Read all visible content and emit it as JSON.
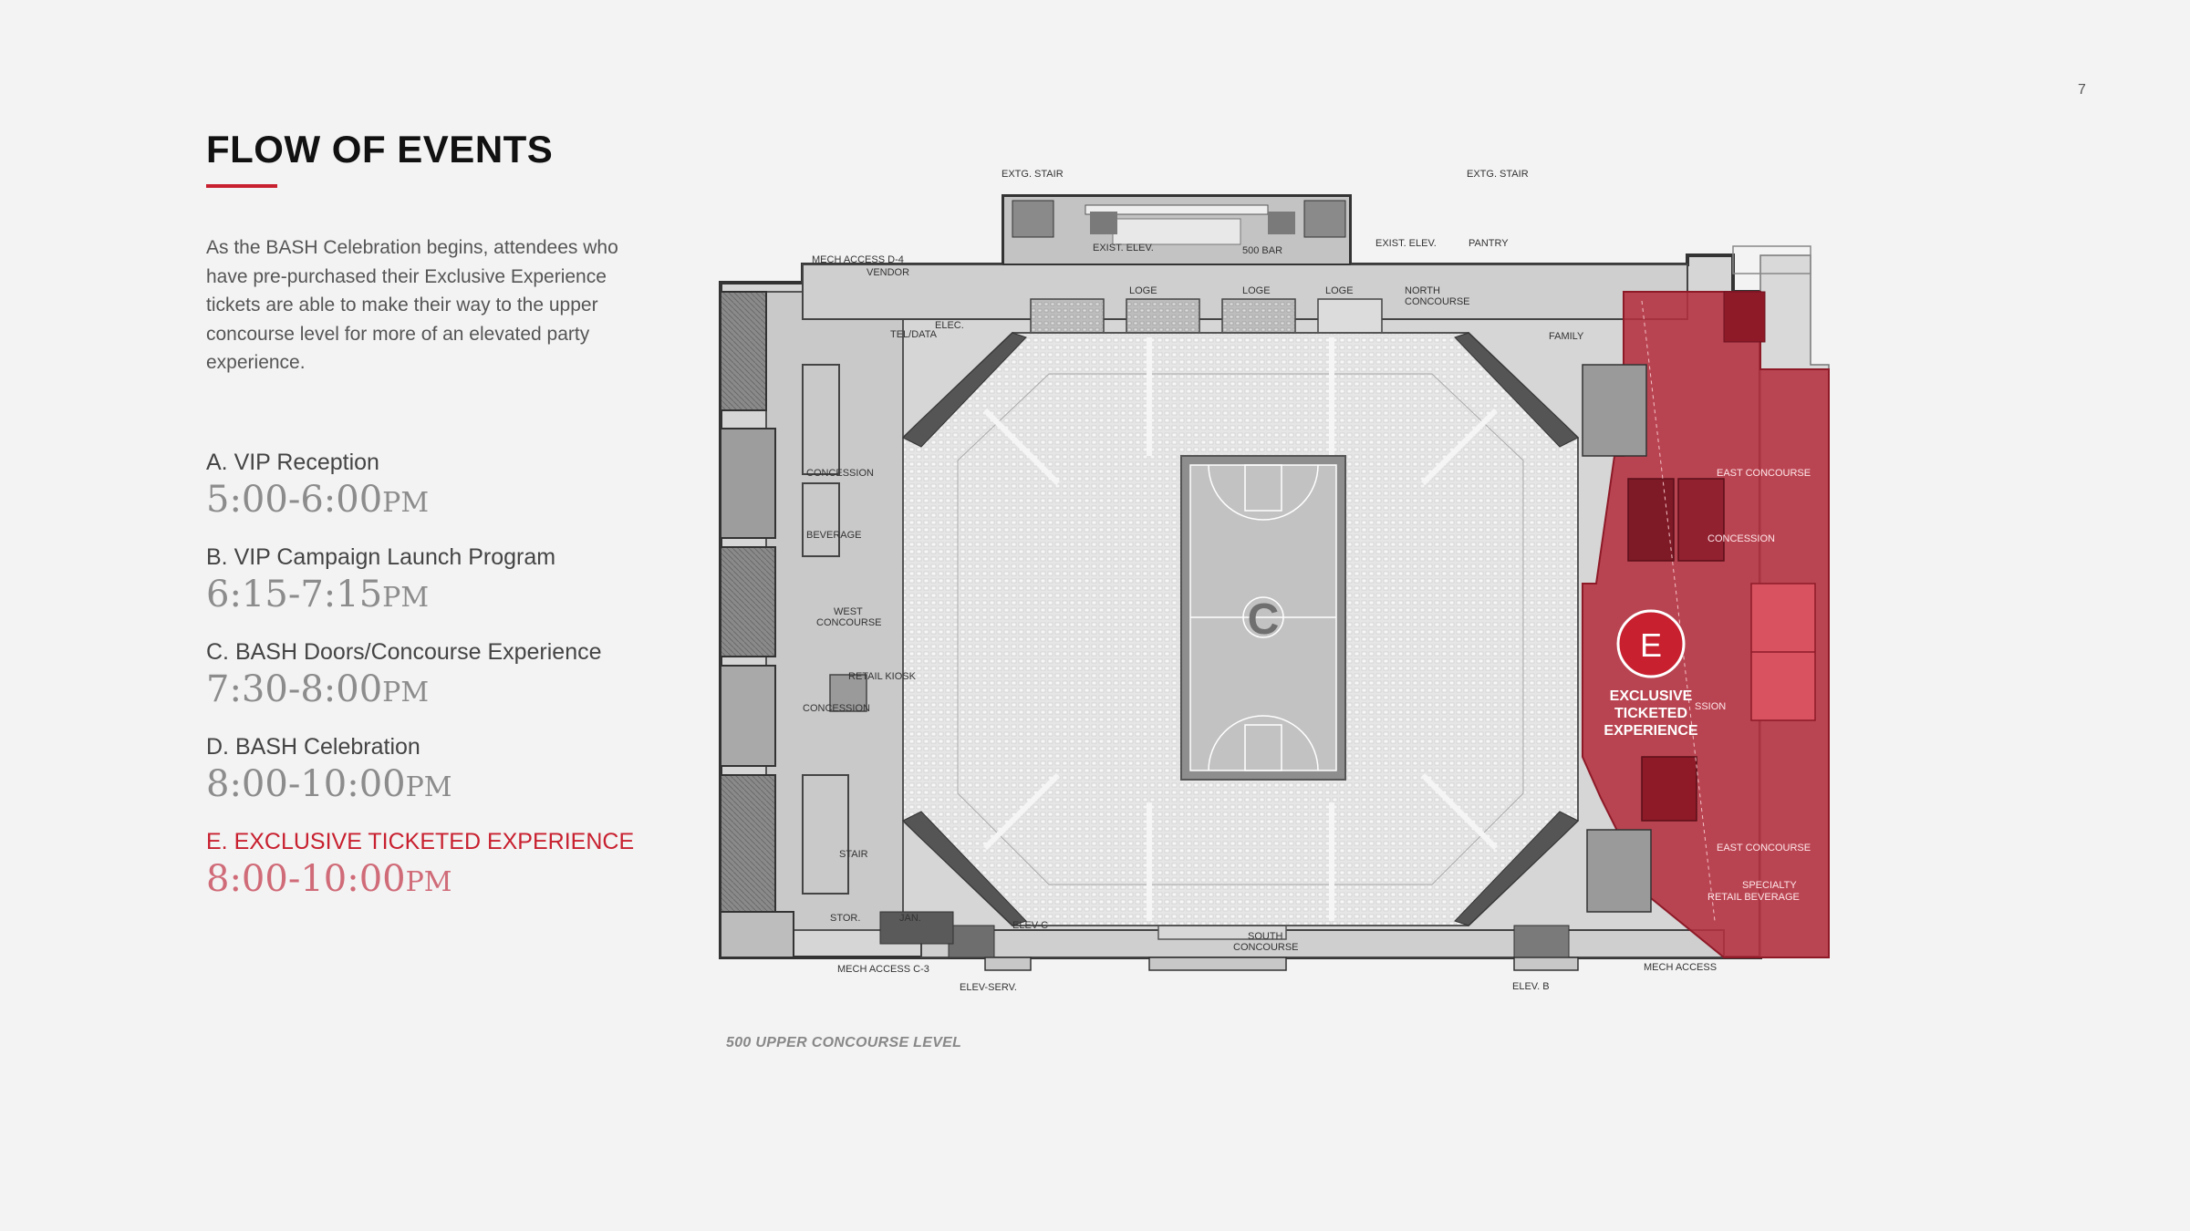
{
  "page": {
    "number": "7"
  },
  "header": {
    "title": "FLOW OF EVENTS"
  },
  "intro": "As the BASH Celebration begins, attendees who have pre-purchased their Exclusive Experience tickets are able to make their way to the upper concourse level for more of an elevated party experience.",
  "events": [
    {
      "label": "A. VIP Reception",
      "time": "5:00-6:00",
      "suffix": "PM"
    },
    {
      "label": "B. VIP Campaign Launch Program",
      "time": "6:15-7:15",
      "suffix": "PM"
    },
    {
      "label": "C. BASH Doors/Concourse Experience",
      "time": "7:30-8:00",
      "suffix": "PM"
    },
    {
      "label": "D. BASH Celebration",
      "time": "8:00-10:00",
      "suffix": "PM"
    },
    {
      "label": "E. EXCLUSIVE TICKETED EXPERIENCE",
      "time": "8:00-10:00",
      "suffix": "PM",
      "highlight": true
    }
  ],
  "map": {
    "caption": "500 UPPER CONCOURSE LEVEL",
    "marker": {
      "letter": "E",
      "label_line1": "EXCLUSIVE",
      "label_line2": "TICKETED",
      "label_line3": "EXPERIENCE"
    },
    "labels": {
      "extg_stair_left": "EXTG. STAIR",
      "extg_stair_right": "EXTG. STAIR",
      "exist_elev_left": "EXIST. ELEV.",
      "bar": "500 BAR",
      "exist_elev_right": "EXIST. ELEV.",
      "pantry": "PANTRY",
      "mech_access_d4": "MECH ACCESS D-4",
      "vendor": "VENDOR",
      "tel_data": "TEL/DATA",
      "elec": "ELEC.",
      "loge1": "LOGE",
      "loge2": "LOGE",
      "loge3": "LOGE",
      "north_concourse_1": "NORTH",
      "north_concourse_2": "CONCOURSE",
      "family": "FAMILY",
      "concession_w1": "CONCESSION",
      "beverage": "BEVERAGE",
      "west_concourse_1": "WEST",
      "west_concourse_2": "CONCOURSE",
      "retail_kiosk": "RETAIL KIOSK",
      "concession_w2": "CONCESSION",
      "stair": "STAIR",
      "stor": "STOR.",
      "jan": "JAN.",
      "elev_c": "ELEV-C",
      "mech_access_c3": "MECH ACCESS C-3",
      "elev_serv": "ELEV-SERV.",
      "south_concourse_1": "SOUTH",
      "south_concourse_2": "CONCOURSE",
      "elev_b": "ELEV. B",
      "mech_access": "MECH ACCESS",
      "east_concourse_1": "EAST CONCOURSE",
      "concession_e": "CONCESSION",
      "ssion": "SSION",
      "east_concourse_2": "EAST CONCOURSE",
      "specialty_1": "SPECIALTY",
      "specialty_2": "RETAIL BEVERAGE"
    }
  },
  "colors": {
    "accent": "#c8202f",
    "highlight_zone": "#b5303f",
    "time_gray": "#8c8c8c"
  }
}
